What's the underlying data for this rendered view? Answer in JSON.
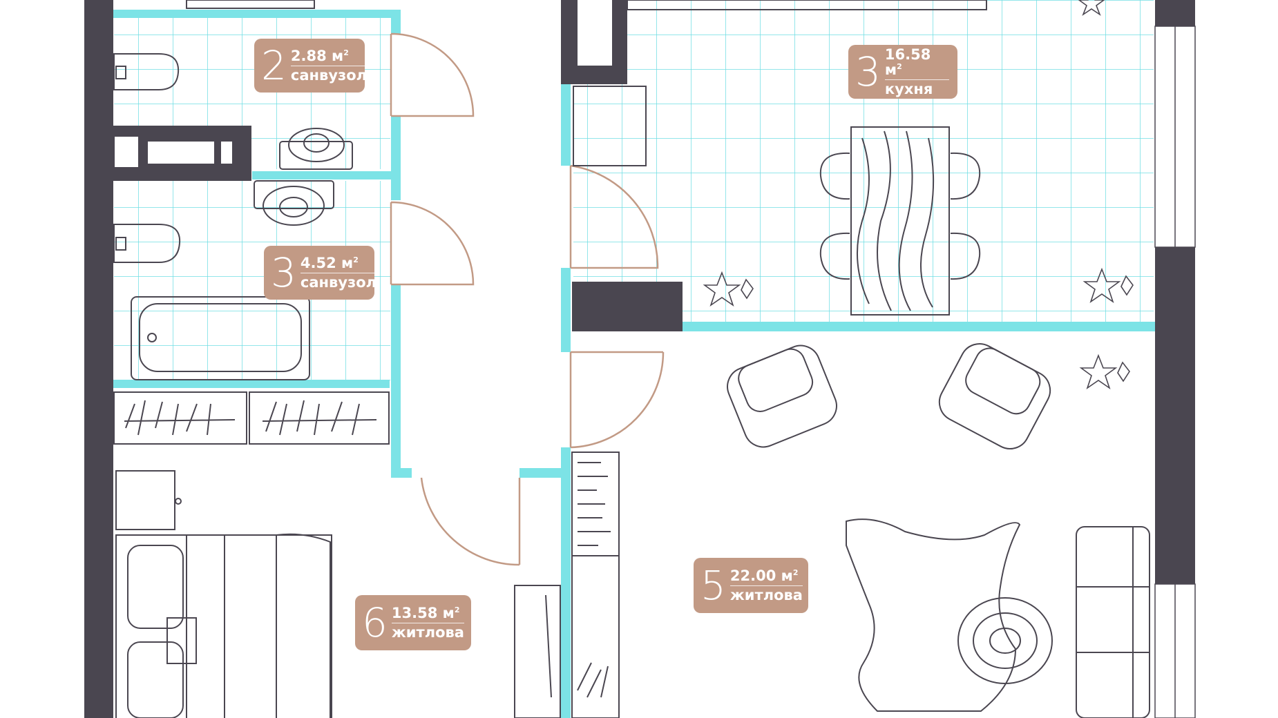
{
  "colors": {
    "wall": "#4a4650",
    "partition": "#7ce3e6",
    "grid": "#6fdde4",
    "door_arc": "#c29a85",
    "label_bg": "#c29a85",
    "furniture": "#4a4650"
  },
  "rooms": [
    {
      "id": "bath-2",
      "number": "2",
      "area": "2.88 м",
      "unit_sup": "2",
      "name": "санвузол"
    },
    {
      "id": "bath-3",
      "number": "3",
      "area": "4.52 м",
      "unit_sup": "2",
      "name": "санвузол"
    },
    {
      "id": "kitchen",
      "number": "3",
      "area": "16.58 м",
      "unit_sup": "2",
      "name": "кухня"
    },
    {
      "id": "living",
      "number": "5",
      "area": "22.00 м",
      "unit_sup": "2",
      "name": "житлова"
    },
    {
      "id": "bedroom",
      "number": "6",
      "area": "13.58 м",
      "unit_sup": "2",
      "name": "житлова"
    }
  ]
}
